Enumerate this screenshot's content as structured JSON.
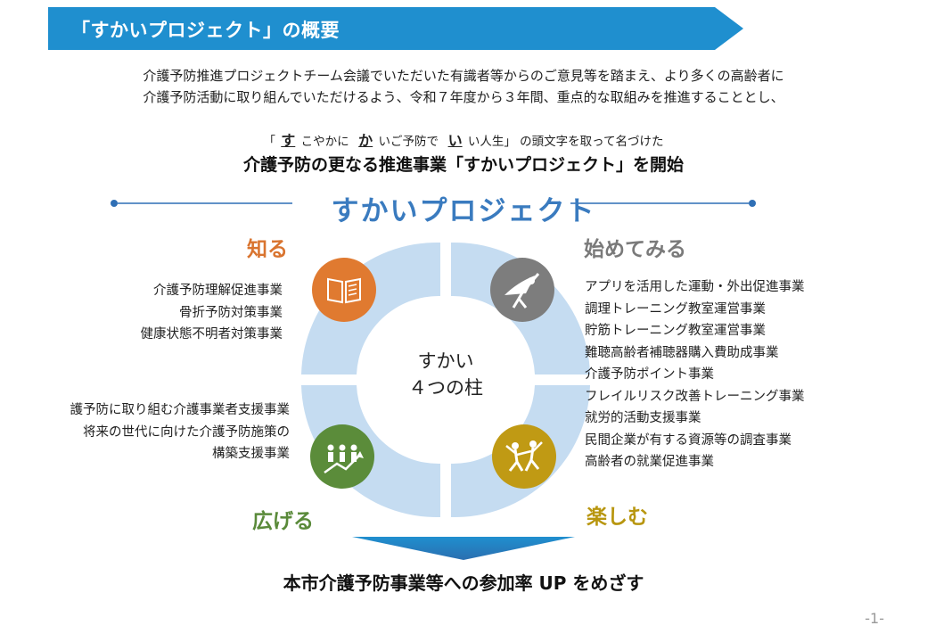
{
  "header": {
    "title": "「すかいプロジェクト」の概要"
  },
  "intro": {
    "line1": "介護予防推進プロジェクトチーム会議でいただいた有識者等からのご意見等を踏まえ、より多くの高齢者に",
    "line2": "介護予防活動に取り組んでいただけるよう、令和７年度から３年間、重点的な取組みを推進することとし、"
  },
  "origin": {
    "open": "「",
    "s1": "す",
    "t1": "こやかに",
    "s2": "か",
    "t2": "いご予防で",
    "s3": "い",
    "t3": "い人生」 の頭文字を取って名づけた"
  },
  "lead": "介護予防の更なる推進事業「すかいプロジェクト」を開始",
  "project_title": "すかいプロジェクト",
  "center": {
    "line1": "すかい",
    "line2": "４つの柱"
  },
  "pillars": {
    "shiru": {
      "title": "知る",
      "icon": "book-icon",
      "color": "#e07a30",
      "items": [
        "介護予防理解促進事業",
        "骨折予防対策事業",
        "健康状態不明者対策事業"
      ]
    },
    "hajimetemiru": {
      "title": "始めてみる",
      "icon": "superhero-icon",
      "color": "#7d7d7d",
      "items": [
        "アプリを活用した運動・外出促進事業",
        "調理トレーニング教室運営事業",
        "貯筋トレーニング教室運営事業",
        "難聴高齢者補聴器購入費助成事業",
        "介護予防ポイント事業",
        "フレイルリスク改善トレーニング事業",
        "就労的活動支援事業",
        "民間企業が有する資源等の調査事業",
        "高齢者の就業促進事業"
      ]
    },
    "hirogeru": {
      "title": "広げる",
      "icon": "growth-people-icon",
      "color": "#5b8c3a",
      "items": [
        "護予防に取り組む介護事業者支援事業",
        "将来の世代に向けた介護予防施策の",
        "構築支援事業"
      ]
    },
    "tanoshimu": {
      "title": "楽しむ",
      "icon": "dancing-people-icon",
      "color": "#c09a14",
      "items": []
    }
  },
  "goal": "本市介護予防事業等への参加率 UP をめざす",
  "page_number": "-1-",
  "colors": {
    "banner": "#1f8fcf",
    "ring": "#c5dcf1",
    "accent_blue": "#3a7bbf",
    "line_blue": "#2f6fb5"
  }
}
